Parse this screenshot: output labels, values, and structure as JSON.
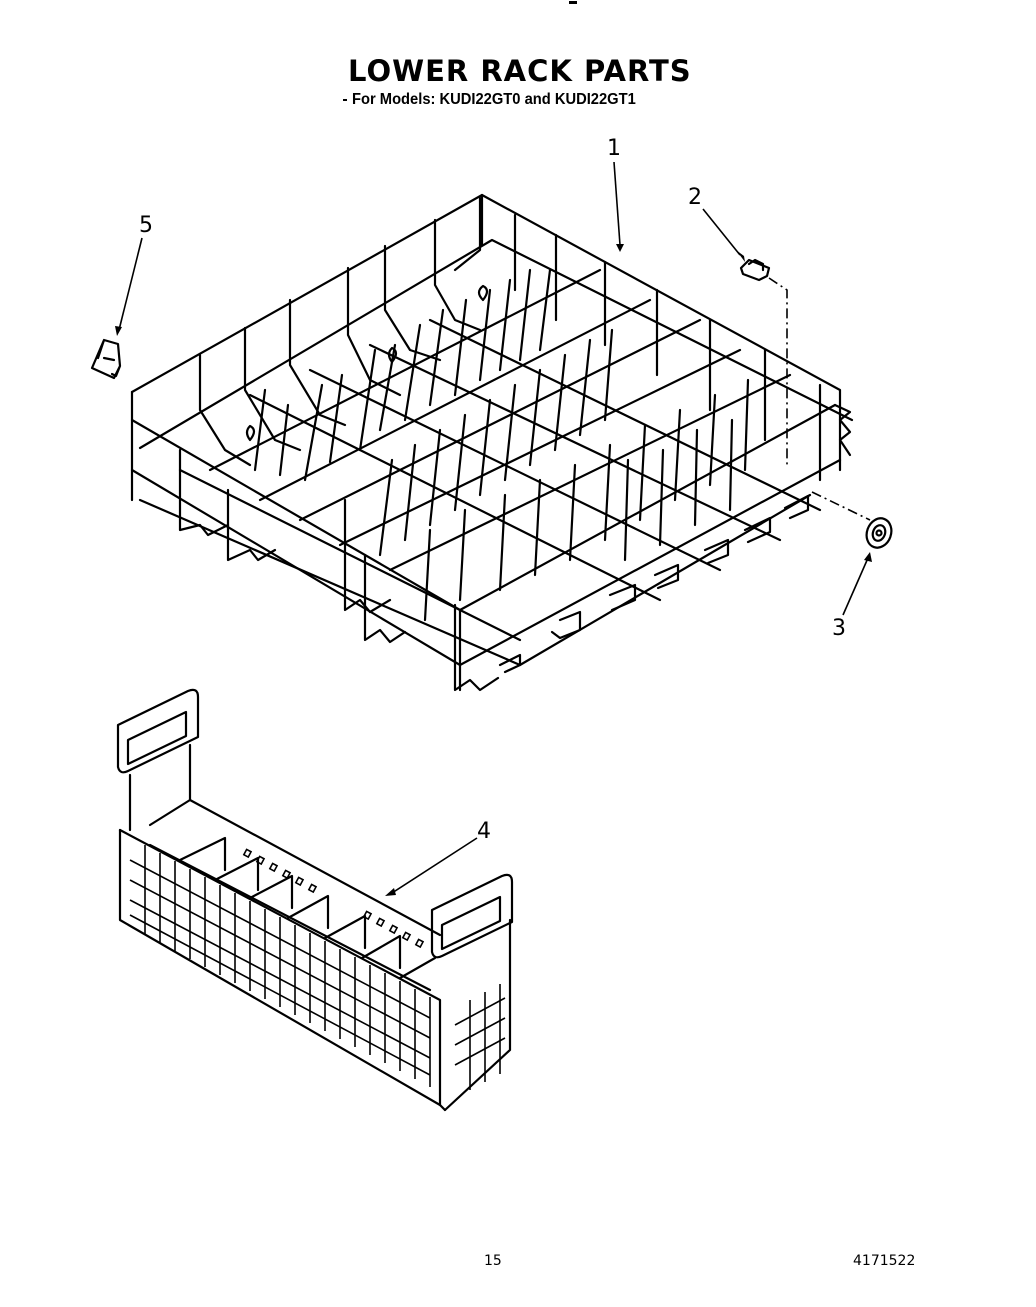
{
  "header": {
    "title": "LOWER RACK PARTS",
    "subtitle": "For Models: KUDI22GT0 and KUDI22GT1"
  },
  "callouts": [
    {
      "number": "1",
      "part": "lower-rack"
    },
    {
      "number": "2",
      "part": "rack-clip"
    },
    {
      "number": "3",
      "part": "rack-wheel"
    },
    {
      "number": "4",
      "part": "silverware-basket"
    },
    {
      "number": "5",
      "part": "rack-bumper"
    }
  ],
  "footer": {
    "page_number": "15",
    "document_number": "4171522"
  }
}
